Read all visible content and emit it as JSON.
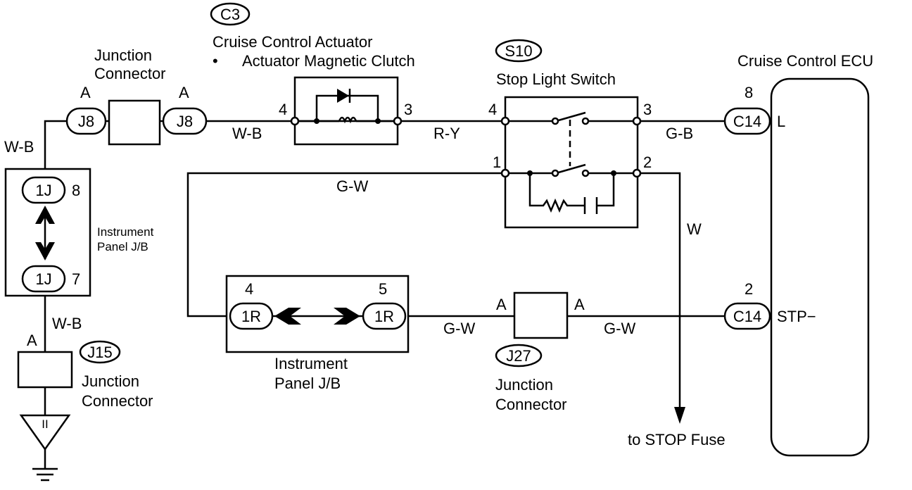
{
  "diagram": {
    "actuator": {
      "code": "C3",
      "title": "Cruise Control Actuator",
      "bullet": "•",
      "subtitle": "Actuator Magnetic Clutch",
      "pin_left": "4",
      "pin_right": "3"
    },
    "stop_switch": {
      "code": "S10",
      "title": "Stop Light Switch",
      "pin1": "1",
      "pin2": "2",
      "pin3": "3",
      "pin4": "4"
    },
    "ecu": {
      "title": "Cruise Control ECU",
      "pin_top": "8",
      "conn_top": "C14",
      "term_top": "L",
      "pin_bottom": "2",
      "conn_bottom": "C14",
      "term_bottom": "STP−"
    },
    "j8": {
      "title_line1": "Junction",
      "title_line2": "Connector",
      "left_pin": "A",
      "right_pin": "A",
      "left_conn": "J8",
      "right_conn": "J8"
    },
    "ipjb_left": {
      "top_conn": "1J",
      "top_pin": "8",
      "bottom_conn": "1J",
      "bottom_pin": "7",
      "label_line1": "Instrument",
      "label_line2": "Panel J/B"
    },
    "j15": {
      "pin": "A",
      "code": "J15",
      "label_line1": "Junction",
      "label_line2": "Connector",
      "ground_mark": "II"
    },
    "ipjb_bottom": {
      "left_pin": "4",
      "right_pin": "5",
      "left_conn": "1R",
      "right_conn": "1R",
      "label_line1": "Instrument",
      "label_line2": "Panel J/B"
    },
    "j27": {
      "left_pin": "A",
      "right_pin": "A",
      "code": "J27",
      "label_line1": "Junction",
      "label_line2": "Connector"
    },
    "wires": {
      "wb_vertical_top": "W-B",
      "wb_j8_actuator": "W-B",
      "ry": "R-Y",
      "gb": "G-B",
      "gw_top": "G-W",
      "w": "W",
      "wb_vertical_bottom": "W-B",
      "gw_bottom_left": "G-W",
      "gw_bottom_right": "G-W"
    },
    "stop_fuse": "to STOP Fuse"
  }
}
